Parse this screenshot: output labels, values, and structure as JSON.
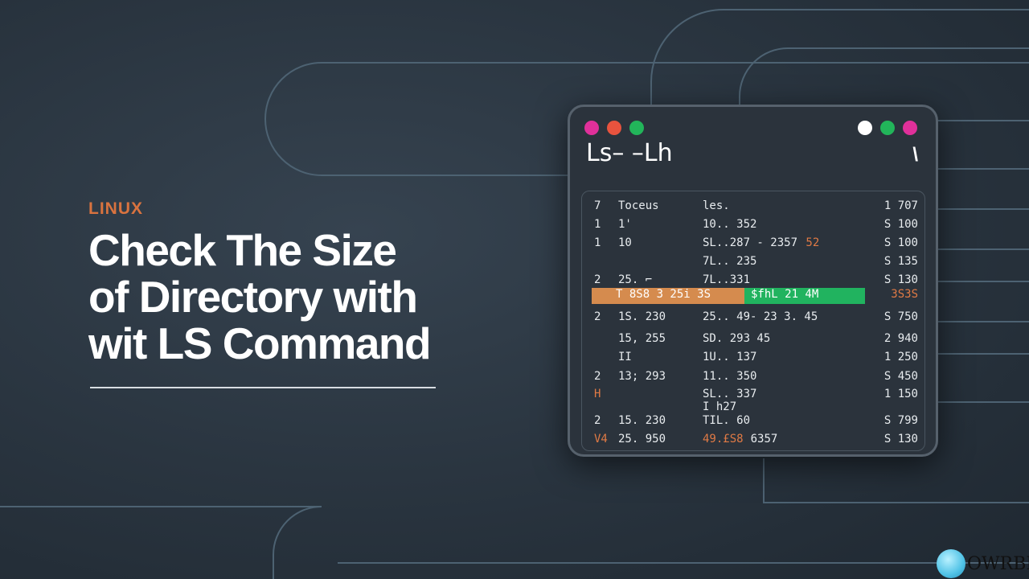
{
  "category": "LINUX",
  "title_lines": [
    "Check The Size",
    "of Directory with",
    "wit LS Command"
  ],
  "terminal": {
    "left_dots": [
      "#e0309a",
      "#e8533e",
      "#22b55a"
    ],
    "right_dots": [
      "#ffffff",
      "#22b55a",
      "#e0309a"
    ],
    "command": "Ls– –Lh",
    "rows": [
      {
        "c1": "7",
        "c2": "Toceus",
        "c3": "les.",
        "c4": "1 707"
      },
      {
        "c1": "1",
        "c2": "1'",
        "c3": "10.. 352",
        "c4": "S 100"
      },
      {
        "c1": "1",
        "c2": "10",
        "c3": "SL..287 - 2357",
        "c3b": "52",
        "c4": "S 100"
      },
      {
        "c1": "",
        "c2": "",
        "c3": "7L.. 235",
        "c4": "S 135"
      },
      {
        "c1": "2",
        "c2": "25. ⌐",
        "c3": "7L..331",
        "c4": "S 130"
      },
      {
        "c1": "2",
        "c2": "1S. 230",
        "c3": "25.. 49- 23 3. 45",
        "c4": "S 750"
      },
      {
        "c1": "",
        "c2": "15, 255",
        "c3": "SD. 293 45",
        "c4": "2 940"
      },
      {
        "c1": "",
        "c2": "II",
        "c3": "1U.. 137",
        "c4": "1 250"
      },
      {
        "c1": "2",
        "c2": "13; 293",
        "c3": "11.. 350",
        "c4": "S 450"
      },
      {
        "c1": "H",
        "c2": "",
        "c3": "SL.. 337",
        "c4": "1 150"
      },
      {
        "c1": "",
        "c2": "",
        "c3": "I h27",
        "c4": ""
      },
      {
        "c1": "2",
        "c2": "15. 230",
        "c3": "TIL. 60",
        "c4": "S 799"
      },
      {
        "c1": "V4",
        "c2": "25. 950",
        "c3": "49.£S8",
        "c3b": "6357",
        "c4": "S 130"
      }
    ],
    "highlight": {
      "orange": "T 8S8 3 25i 3S",
      "green": "$fhL  21 4M",
      "right": "3S3S"
    }
  },
  "brand": "OWRBIT"
}
